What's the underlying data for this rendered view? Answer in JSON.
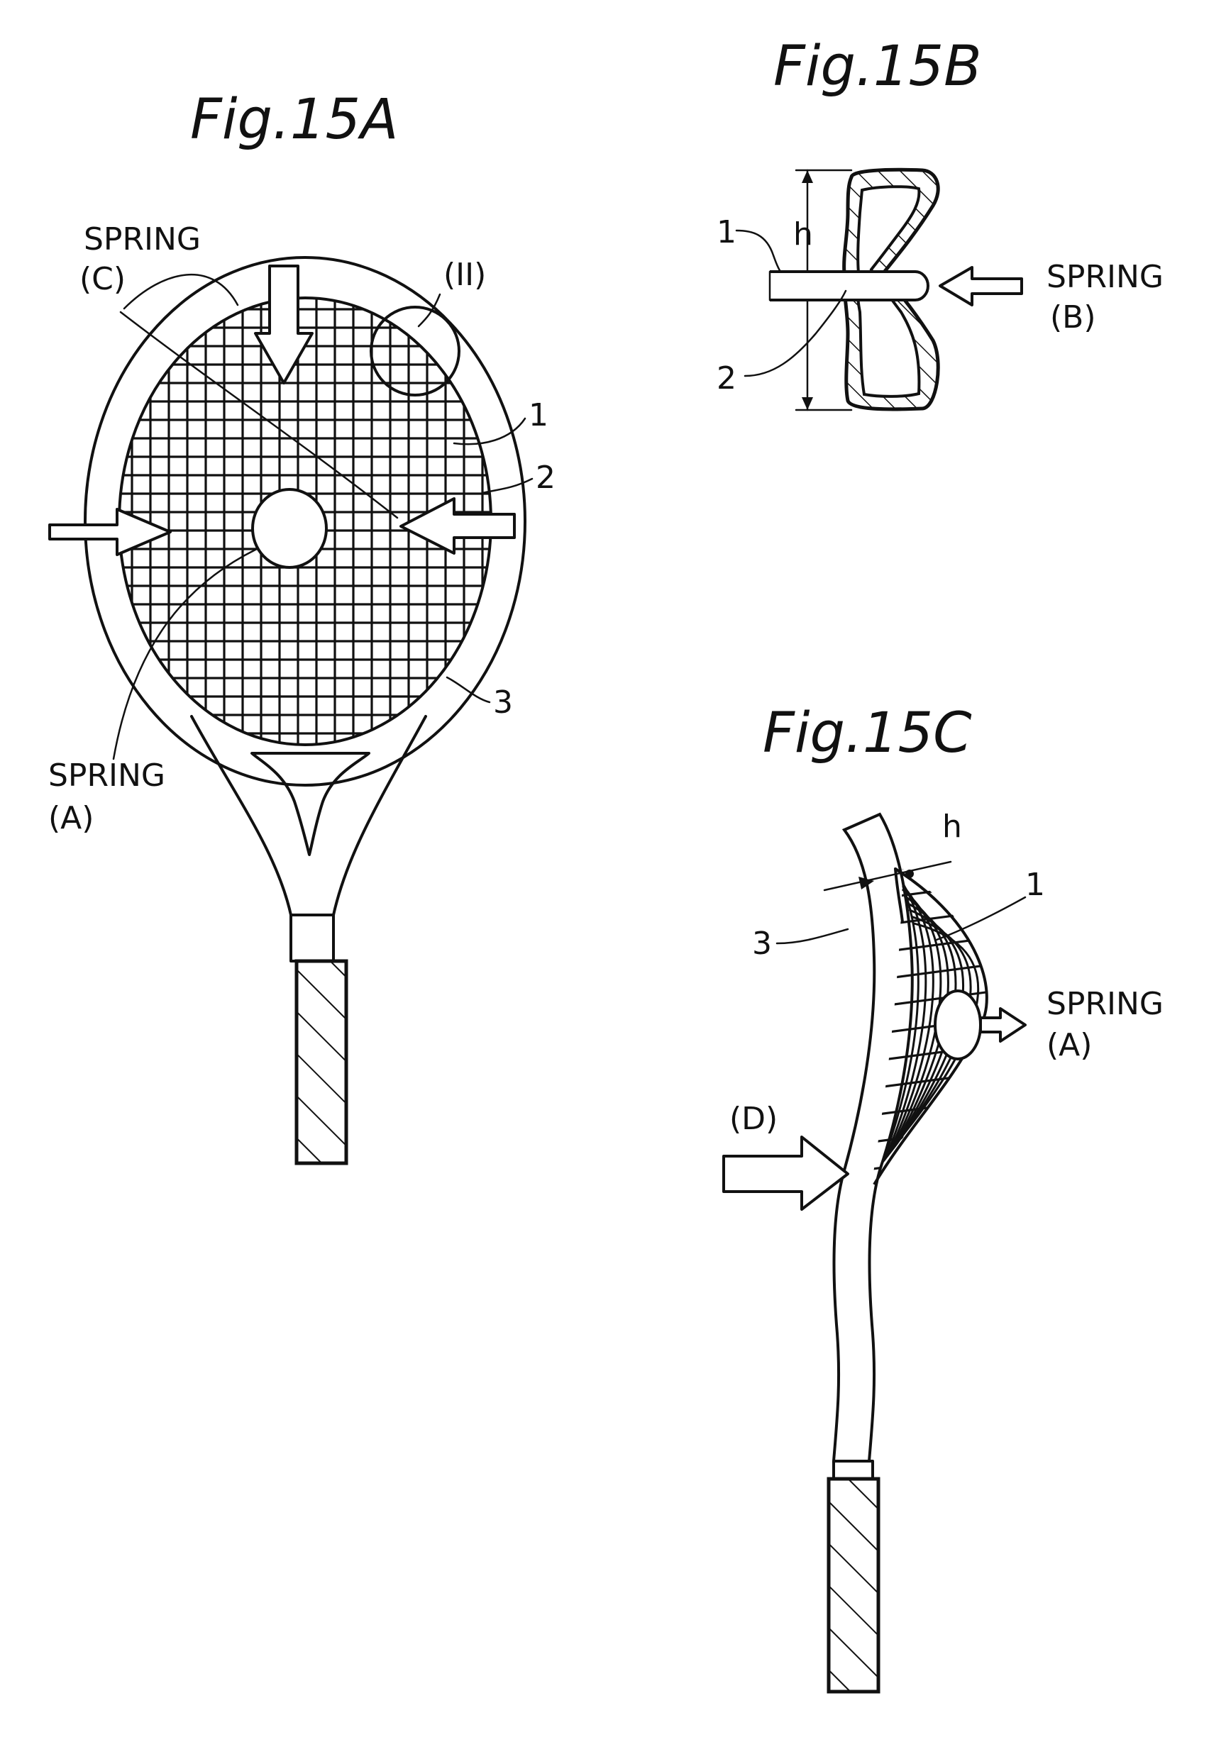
{
  "figures": {
    "fig15a": {
      "title": "Fig.15A",
      "labels": {
        "spring_c_line1": "SPRING",
        "spring_c_line2": "(C)",
        "detail_ii": "(II)",
        "ref_1": "1",
        "ref_2": "2",
        "ref_3": "3",
        "spring_a_line1": "SPRING",
        "spring_a_line2": "(A)"
      }
    },
    "fig15b": {
      "title": "Fig.15B",
      "labels": {
        "dim_h": "h",
        "ref_1": "1",
        "ref_2": "2",
        "spring_b_line1": "SPRING",
        "spring_b_line2": "(B)"
      }
    },
    "fig15c": {
      "title": "Fig.15C",
      "labels": {
        "dim_h": "h",
        "ref_1": "1",
        "ref_3": "3",
        "spring_a_line1": "SPRING",
        "spring_a_line2": "(A)",
        "force_d": "(D)"
      }
    }
  },
  "colors": {
    "ink": "#111111",
    "paper": "#ffffff"
  }
}
